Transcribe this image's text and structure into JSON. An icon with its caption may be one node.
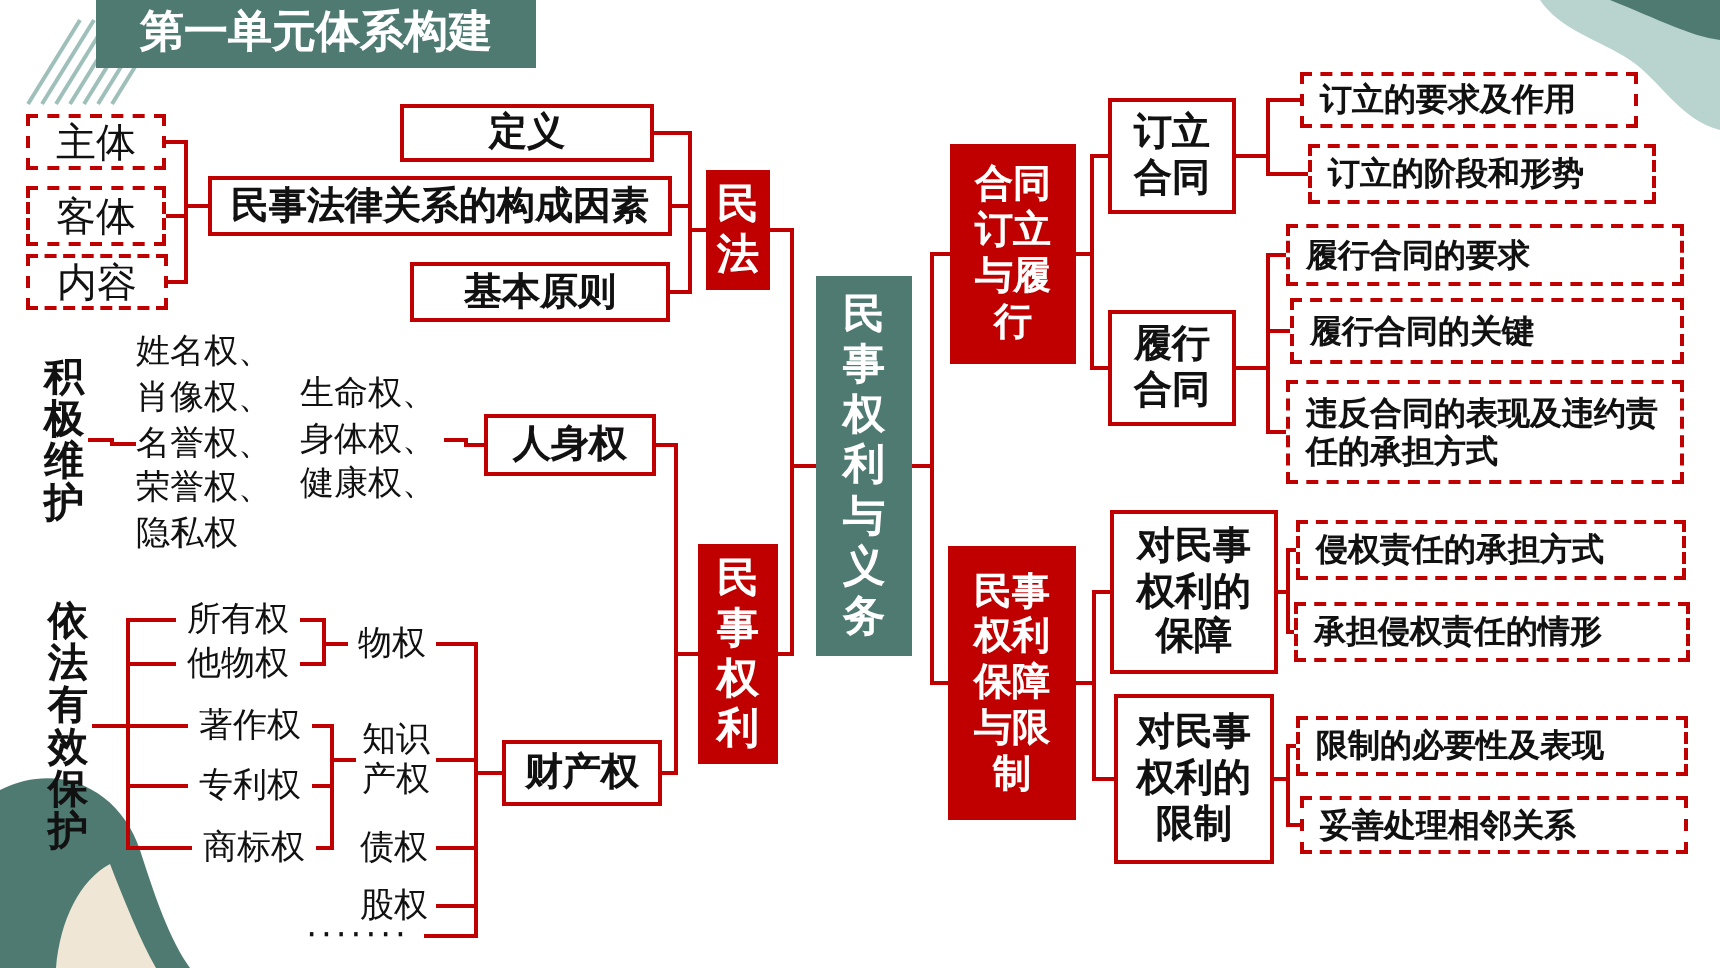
{
  "diagram": {
    "title": "第一单元体系构建",
    "nodes": [
      {
        "text": [
          "民法"
        ]
      },
      {
        "text": [
          "定义"
        ]
      },
      {
        "text": [
          "民事法律关系的构成因素"
        ]
      },
      {
        "text": [
          "基本原则"
        ]
      },
      {
        "text": [
          "主体"
        ]
      },
      {
        "text": [
          "客体"
        ]
      },
      {
        "text": [
          "内容"
        ]
      },
      {
        "text": [
          "民事权利与义务"
        ]
      },
      {
        "text": [
          "合同订立与履行"
        ]
      },
      {
        "text": [
          "订立合同"
        ]
      },
      {
        "text": [
          "订立的要求及作用"
        ]
      },
      {
        "text": [
          "订立的阶段和形势"
        ]
      },
      {
        "text": [
          "履行合同"
        ]
      },
      {
        "text": [
          "履行合同的要求"
        ]
      },
      {
        "text": [
          "履行合同的关键"
        ]
      },
      {
        "text": [
          "违反合同的表现及违约责任的承担方式"
        ]
      },
      {
        "text": [
          "民事权利保障与限制"
        ]
      },
      {
        "text": [
          "对民事权利的保障"
        ]
      },
      {
        "text": [
          "侵权责任的承担方式"
        ]
      },
      {
        "text": [
          "承担侵权责任的情形"
        ]
      },
      {
        "text": [
          "对民事权利的限制"
        ]
      },
      {
        "text": [
          "限制的必要性及表现"
        ]
      },
      {
        "text": [
          "妥善处理相邻关系"
        ]
      },
      {
        "text": [
          "积极维护"
        ]
      },
      {
        "text": [
          "姓名权、肖像权、名誉权、荣誉权、隐私权"
        ]
      },
      {
        "text": [
          "生命权、身体权、健康权、"
        ]
      },
      {
        "text": [
          "人身权"
        ]
      },
      {
        "text": [
          "民事权利"
        ]
      },
      {
        "text": [
          "依法有效保护"
        ]
      },
      {
        "text": [
          "所有权"
        ]
      },
      {
        "text": [
          "他物权"
        ]
      },
      {
        "text": [
          "物权"
        ]
      },
      {
        "text": [
          "著作权"
        ]
      },
      {
        "text": [
          "专利权"
        ]
      },
      {
        "text": [
          "商标权"
        ]
      },
      {
        "text": [
          "知识产权"
        ]
      },
      {
        "text": [
          "债权"
        ]
      },
      {
        "text": [
          "股权"
        ]
      },
      {
        "text": [
          "·······"
        ]
      },
      {
        "text": [
          "财产权"
        ]
      }
    ],
    "edges": [
      {
        "from": 7,
        "to": 0,
        "arrow": "none"
      },
      {
        "from": 7,
        "to": 27,
        "arrow": "none"
      },
      {
        "from": 0,
        "to": 1,
        "arrow": "none"
      },
      {
        "from": 0,
        "to": 2,
        "arrow": "none"
      },
      {
        "from": 0,
        "to": 3,
        "arrow": "none"
      },
      {
        "from": 2,
        "to": 4,
        "arrow": "none"
      },
      {
        "from": 2,
        "to": 5,
        "arrow": "none"
      },
      {
        "from": 2,
        "to": 6,
        "arrow": "none"
      },
      {
        "from": 7,
        "to": 8,
        "arrow": "none"
      },
      {
        "from": 7,
        "to": 16,
        "arrow": "none"
      },
      {
        "from": 8,
        "to": 9,
        "arrow": "none"
      },
      {
        "from": 8,
        "to": 12,
        "arrow": "none"
      },
      {
        "from": 9,
        "to": 10,
        "arrow": "none"
      },
      {
        "from": 9,
        "to": 11,
        "arrow": "none"
      },
      {
        "from": 12,
        "to": 13,
        "arrow": "none"
      },
      {
        "from": 12,
        "to": 14,
        "arrow": "none"
      },
      {
        "from": 12,
        "to": 15,
        "arrow": "none"
      },
      {
        "from": 16,
        "to": 17,
        "arrow": "none"
      },
      {
        "from": 16,
        "to": 20,
        "arrow": "none"
      },
      {
        "from": 17,
        "to": 18,
        "arrow": "none"
      },
      {
        "from": 17,
        "to": 19,
        "arrow": "none"
      },
      {
        "from": 20,
        "to": 21,
        "arrow": "none"
      },
      {
        "from": 20,
        "to": 22,
        "arrow": "none"
      },
      {
        "from": 23,
        "to": 24,
        "arrow": "none"
      },
      {
        "from": 26,
        "to": 25,
        "arrow": "none"
      },
      {
        "from": 27,
        "to": 26,
        "arrow": "none"
      },
      {
        "from": 27,
        "to": 39,
        "arrow": "none"
      },
      {
        "from": 28,
        "to": 29,
        "arrow": "none"
      },
      {
        "from": 28,
        "to": 30,
        "arrow": "none"
      },
      {
        "from": 28,
        "to": 32,
        "arrow": "none"
      },
      {
        "from": 28,
        "to": 33,
        "arrow": "none"
      },
      {
        "from": 28,
        "to": 34,
        "arrow": "none"
      },
      {
        "from": 31,
        "to": 29,
        "arrow": "none"
      },
      {
        "from": 31,
        "to": 30,
        "arrow": "none"
      },
      {
        "from": 35,
        "to": 32,
        "arrow": "none"
      },
      {
        "from": 35,
        "to": 33,
        "arrow": "none"
      },
      {
        "from": 35,
        "to": 34,
        "arrow": "none"
      },
      {
        "from": 39,
        "to": 31,
        "arrow": "none"
      },
      {
        "from": 39,
        "to": 35,
        "arrow": "none"
      },
      {
        "from": 39,
        "to": 36,
        "arrow": "none"
      },
      {
        "from": 39,
        "to": 37,
        "arrow": "none"
      },
      {
        "from": 39,
        "to": 38,
        "arrow": "none"
      }
    ]
  }
}
